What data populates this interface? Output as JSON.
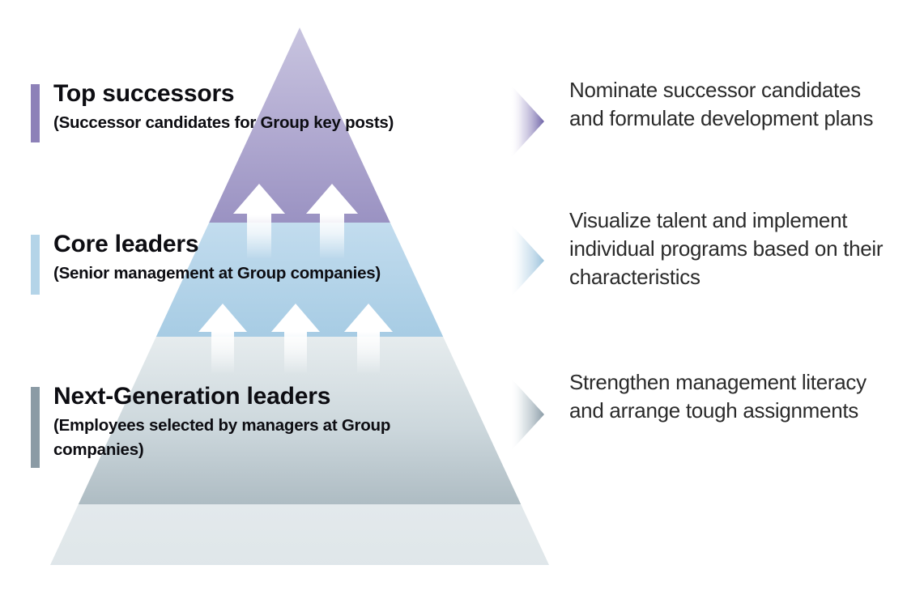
{
  "diagram": {
    "type": "pyramid",
    "title_visible": false,
    "background": "#ffffff",
    "tiers": [
      {
        "id": "top-successors",
        "title": "Top successors",
        "subtitle": "(Successor candidates for Group key posts)",
        "bar_color": "#8d81b8",
        "band_color_top": "#c6c2de",
        "band_color_bottom": "#9a92c2",
        "arrow_count": 2,
        "description": "Nominate successor candidates and formulate development plans",
        "chevron_color": "#6f64a8"
      },
      {
        "id": "core-leaders",
        "title": "Core leaders",
        "subtitle": "(Senior management at Group companies)",
        "bar_color": "#b4d4e8",
        "band_color_top": "#bcdaec",
        "band_color_bottom": "#a9cde4",
        "arrow_count": 3,
        "description": "Visualize talent and implement individual programs based on their characteristics",
        "chevron_color": "#9cc4dc"
      },
      {
        "id": "next-generation-leaders",
        "title": "Next-Generation leaders",
        "subtitle": "(Employees selected by managers at Group companies)",
        "bar_color": "#8b9ba5",
        "band_color_top": "#e2e8ea",
        "band_color_bottom": "#aebcc3",
        "arrow_count": 0,
        "description": "Strengthen management literacy and arrange tough assignments",
        "chevron_color": "#8fa0aa"
      }
    ],
    "base_band": {
      "id": "base-band",
      "color": "#e0e7ea"
    },
    "icons": {
      "up_arrow": "up-arrow-icon",
      "chevron_right": "chevron-right-icon"
    }
  }
}
